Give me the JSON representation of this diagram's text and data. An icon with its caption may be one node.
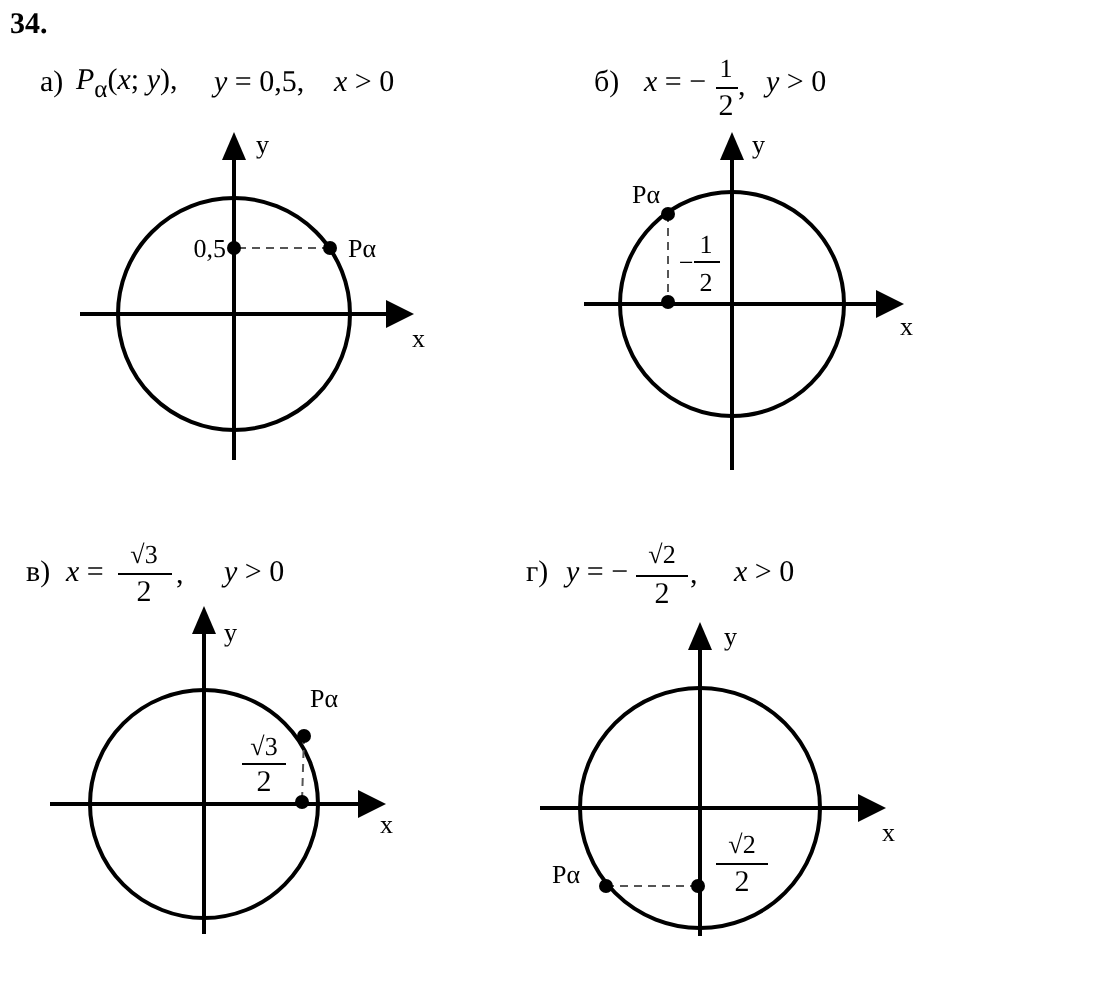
{
  "diagram": {
    "title": "34.",
    "labels": [
      "а)",
      "*P*$_{α}$(*x*; *y*),",
      "*y* = 0,5,",
      "*x* > 0",
      "y",
      "x",
      "0,5",
      "Pα",
      "б)",
      "*x* = −",
      "1",
      "2",
      ",",
      "*y* > 0",
      "y",
      "x",
      "Pα",
      "−",
      "1",
      "2",
      "в)",
      "*x* =",
      "√3",
      "2",
      ",",
      "*y* > 0",
      "y",
      "x",
      "Pα",
      "√3",
      "2",
      "г)",
      "*y* = −",
      "√2",
      "2",
      ",",
      "*x* > 0",
      "y",
      "x",
      "Pα",
      "√2",
      "2"
    ]
  }
}
